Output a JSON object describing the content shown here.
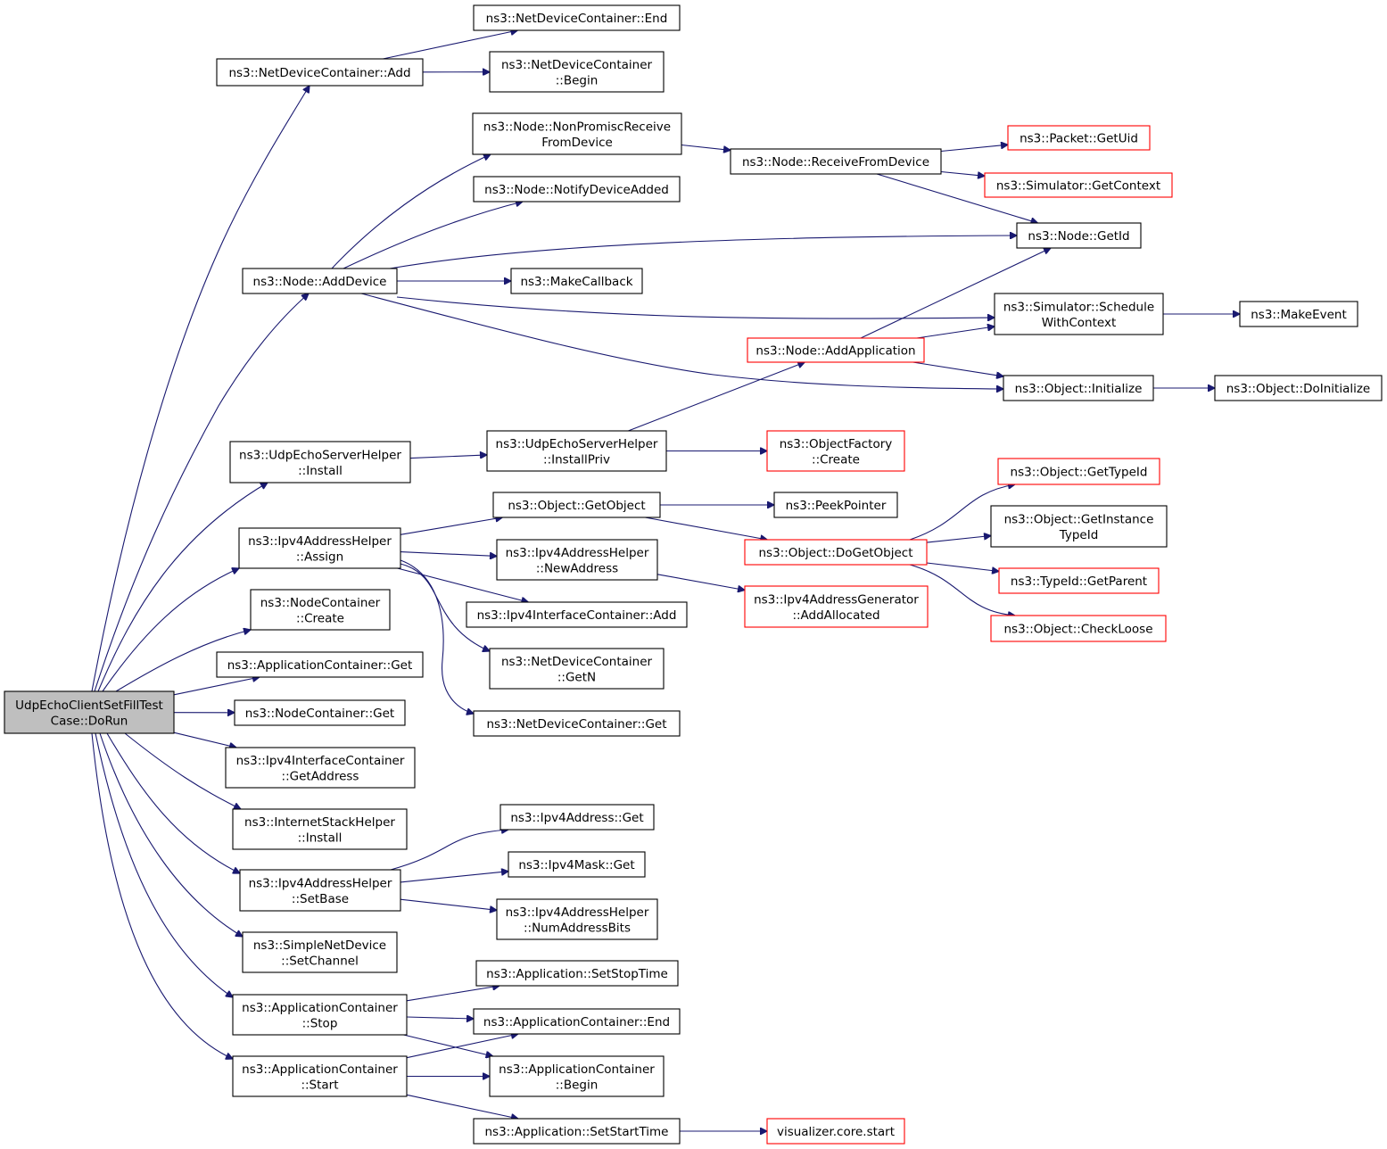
{
  "nodes": [
    {
      "id": "root",
      "lines": [
        "UdpEchoClientSetFillTest",
        "Case::DoRun"
      ],
      "style": "root"
    },
    {
      "id": "ndc_add",
      "lines": [
        "ns3::NetDeviceContainer::Add"
      ],
      "style": "normal"
    },
    {
      "id": "ndc_end",
      "lines": [
        "ns3::NetDeviceContainer::End"
      ],
      "style": "normal"
    },
    {
      "id": "ndc_begin",
      "lines": [
        "ns3::NetDeviceContainer",
        "::Begin"
      ],
      "style": "normal"
    },
    {
      "id": "node_nonpromisc",
      "lines": [
        "ns3::Node::NonPromiscReceive",
        "FromDevice"
      ],
      "style": "normal"
    },
    {
      "id": "node_receive",
      "lines": [
        "ns3::Node::ReceiveFromDevice"
      ],
      "style": "normal"
    },
    {
      "id": "packet_getuid",
      "lines": [
        "ns3::Packet::GetUid"
      ],
      "style": "truncated"
    },
    {
      "id": "sim_getcontext",
      "lines": [
        "ns3::Simulator::GetContext"
      ],
      "style": "truncated"
    },
    {
      "id": "node_notify",
      "lines": [
        "ns3::Node::NotifyDeviceAdded"
      ],
      "style": "normal"
    },
    {
      "id": "node_getid",
      "lines": [
        "ns3::Node::GetId"
      ],
      "style": "normal"
    },
    {
      "id": "node_adddevice",
      "lines": [
        "ns3::Node::AddDevice"
      ],
      "style": "normal"
    },
    {
      "id": "makecallback",
      "lines": [
        "ns3::MakeCallback"
      ],
      "style": "normal"
    },
    {
      "id": "sim_schedule",
      "lines": [
        "ns3::Simulator::Schedule",
        "WithContext"
      ],
      "style": "normal"
    },
    {
      "id": "makeevent",
      "lines": [
        "ns3::MakeEvent"
      ],
      "style": "normal"
    },
    {
      "id": "node_addapp",
      "lines": [
        "ns3::Node::AddApplication"
      ],
      "style": "truncated"
    },
    {
      "id": "obj_initialize",
      "lines": [
        "ns3::Object::Initialize"
      ],
      "style": "normal"
    },
    {
      "id": "obj_doinitialize",
      "lines": [
        "ns3::Object::DoInitialize"
      ],
      "style": "normal"
    },
    {
      "id": "ues_install",
      "lines": [
        "ns3::UdpEchoServerHelper",
        "::Install"
      ],
      "style": "normal"
    },
    {
      "id": "ues_installpriv",
      "lines": [
        "ns3::UdpEchoServerHelper",
        "::InstallPriv"
      ],
      "style": "normal"
    },
    {
      "id": "objfactory_create",
      "lines": [
        "ns3::ObjectFactory",
        "::Create"
      ],
      "style": "truncated"
    },
    {
      "id": "obj_gettypeid",
      "lines": [
        "ns3::Object::GetTypeId"
      ],
      "style": "truncated"
    },
    {
      "id": "obj_getobject",
      "lines": [
        "ns3::Object::GetObject"
      ],
      "style": "normal"
    },
    {
      "id": "peekpointer",
      "lines": [
        "ns3::PeekPointer"
      ],
      "style": "normal"
    },
    {
      "id": "obj_getinstance",
      "lines": [
        "ns3::Object::GetInstance",
        "TypeId"
      ],
      "style": "normal"
    },
    {
      "id": "ipv4ah_assign",
      "lines": [
        "ns3::Ipv4AddressHelper",
        "::Assign"
      ],
      "style": "normal"
    },
    {
      "id": "obj_dogetobject",
      "lines": [
        "ns3::Object::DoGetObject"
      ],
      "style": "truncated"
    },
    {
      "id": "ipv4ah_newaddress",
      "lines": [
        "ns3::Ipv4AddressHelper",
        "::NewAddress"
      ],
      "style": "normal"
    },
    {
      "id": "typeid_getparent",
      "lines": [
        "ns3::TypeId::GetParent"
      ],
      "style": "truncated"
    },
    {
      "id": "nc_create",
      "lines": [
        "ns3::NodeContainer",
        "::Create"
      ],
      "style": "normal"
    },
    {
      "id": "ipv4ag_addallocated",
      "lines": [
        "ns3::Ipv4AddressGenerator",
        "::AddAllocated"
      ],
      "style": "truncated"
    },
    {
      "id": "ipv4ic_add",
      "lines": [
        "ns3::Ipv4InterfaceContainer::Add"
      ],
      "style": "normal"
    },
    {
      "id": "obj_checkloose",
      "lines": [
        "ns3::Object::CheckLoose"
      ],
      "style": "truncated"
    },
    {
      "id": "ac_get",
      "lines": [
        "ns3::ApplicationContainer::Get"
      ],
      "style": "normal"
    },
    {
      "id": "ndc_getn",
      "lines": [
        "ns3::NetDeviceContainer",
        "::GetN"
      ],
      "style": "normal"
    },
    {
      "id": "nc_get",
      "lines": [
        "ns3::NodeContainer::Get"
      ],
      "style": "normal"
    },
    {
      "id": "ndc_get",
      "lines": [
        "ns3::NetDeviceContainer::Get"
      ],
      "style": "normal"
    },
    {
      "id": "ipv4ic_getaddress",
      "lines": [
        "ns3::Ipv4InterfaceContainer",
        "::GetAddress"
      ],
      "style": "normal"
    },
    {
      "id": "ipv4addr_get",
      "lines": [
        "ns3::Ipv4Address::Get"
      ],
      "style": "normal"
    },
    {
      "id": "ish_install",
      "lines": [
        "ns3::InternetStackHelper",
        "::Install"
      ],
      "style": "normal"
    },
    {
      "id": "ipv4mask_get",
      "lines": [
        "ns3::Ipv4Mask::Get"
      ],
      "style": "normal"
    },
    {
      "id": "ipv4ah_setbase",
      "lines": [
        "ns3::Ipv4AddressHelper",
        "::SetBase"
      ],
      "style": "normal"
    },
    {
      "id": "ipv4ah_numaddrbits",
      "lines": [
        "ns3::Ipv4AddressHelper",
        "::NumAddressBits"
      ],
      "style": "normal"
    },
    {
      "id": "snd_setchannel",
      "lines": [
        "ns3::SimpleNetDevice",
        "::SetChannel"
      ],
      "style": "normal"
    },
    {
      "id": "app_setstoptime",
      "lines": [
        "ns3::Application::SetStopTime"
      ],
      "style": "normal"
    },
    {
      "id": "ac_stop",
      "lines": [
        "ns3::ApplicationContainer",
        "::Stop"
      ],
      "style": "normal"
    },
    {
      "id": "ac_end",
      "lines": [
        "ns3::ApplicationContainer::End"
      ],
      "style": "normal"
    },
    {
      "id": "ac_start",
      "lines": [
        "ns3::ApplicationContainer",
        "::Start"
      ],
      "style": "normal"
    },
    {
      "id": "ac_begin",
      "lines": [
        "ns3::ApplicationContainer",
        "::Begin"
      ],
      "style": "normal"
    },
    {
      "id": "app_setstarttime",
      "lines": [
        "ns3::Application::SetStartTime"
      ],
      "style": "normal"
    },
    {
      "id": "vis_start",
      "lines": [
        "visualizer.core.start"
      ],
      "style": "truncated"
    }
  ],
  "edges": [
    [
      "root",
      "ndc_add"
    ],
    [
      "ndc_add",
      "ndc_end"
    ],
    [
      "ndc_add",
      "ndc_begin"
    ],
    [
      "root",
      "node_adddevice"
    ],
    [
      "node_adddevice",
      "node_nonpromisc"
    ],
    [
      "node_adddevice",
      "node_notify"
    ],
    [
      "node_adddevice",
      "node_getid"
    ],
    [
      "node_adddevice",
      "makecallback"
    ],
    [
      "node_adddevice",
      "sim_schedule"
    ],
    [
      "node_adddevice",
      "obj_initialize"
    ],
    [
      "node_nonpromisc",
      "node_receive"
    ],
    [
      "node_receive",
      "packet_getuid"
    ],
    [
      "node_receive",
      "sim_getcontext"
    ],
    [
      "node_receive",
      "node_getid"
    ],
    [
      "sim_schedule",
      "makeevent"
    ],
    [
      "node_addapp",
      "node_getid"
    ],
    [
      "node_addapp",
      "sim_schedule"
    ],
    [
      "node_addapp",
      "obj_initialize"
    ],
    [
      "obj_initialize",
      "obj_doinitialize"
    ],
    [
      "root",
      "ues_install"
    ],
    [
      "ues_install",
      "ues_installpriv"
    ],
    [
      "ues_installpriv",
      "node_addapp"
    ],
    [
      "ues_installpriv",
      "objfactory_create"
    ],
    [
      "root",
      "ipv4ah_assign"
    ],
    [
      "ipv4ah_assign",
      "obj_getobject"
    ],
    [
      "ipv4ah_assign",
      "ipv4ah_newaddress"
    ],
    [
      "ipv4ah_assign",
      "ipv4ic_add"
    ],
    [
      "ipv4ah_assign",
      "ndc_getn"
    ],
    [
      "ipv4ah_assign",
      "ndc_get"
    ],
    [
      "obj_getobject",
      "peekpointer"
    ],
    [
      "obj_getobject",
      "obj_dogetobject"
    ],
    [
      "obj_dogetobject",
      "obj_gettypeid"
    ],
    [
      "obj_dogetobject",
      "obj_getinstance"
    ],
    [
      "obj_dogetobject",
      "typeid_getparent"
    ],
    [
      "obj_dogetobject",
      "obj_checkloose"
    ],
    [
      "ipv4ah_newaddress",
      "ipv4ag_addallocated"
    ],
    [
      "root",
      "nc_create"
    ],
    [
      "root",
      "ac_get"
    ],
    [
      "root",
      "nc_get"
    ],
    [
      "root",
      "ipv4ic_getaddress"
    ],
    [
      "root",
      "ish_install"
    ],
    [
      "root",
      "ipv4ah_setbase"
    ],
    [
      "ipv4ah_setbase",
      "ipv4addr_get"
    ],
    [
      "ipv4ah_setbase",
      "ipv4mask_get"
    ],
    [
      "ipv4ah_setbase",
      "ipv4ah_numaddrbits"
    ],
    [
      "root",
      "snd_setchannel"
    ],
    [
      "root",
      "ac_stop"
    ],
    [
      "ac_stop",
      "app_setstoptime"
    ],
    [
      "ac_stop",
      "ac_end"
    ],
    [
      "ac_stop",
      "ac_begin"
    ],
    [
      "root",
      "ac_start"
    ],
    [
      "ac_start",
      "ac_end"
    ],
    [
      "ac_start",
      "ac_begin"
    ],
    [
      "ac_start",
      "app_setstarttime"
    ],
    [
      "app_setstarttime",
      "vis_start"
    ]
  ],
  "colors": {
    "edge": "#191970",
    "root_fill": "#bfbfbf",
    "node_border": "#000000",
    "truncated_border": "#ff0000",
    "background": "#ffffff"
  }
}
